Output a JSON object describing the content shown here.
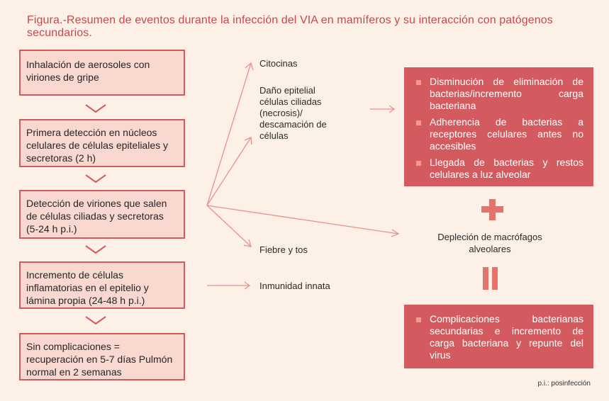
{
  "title": "Figura.-Resumen de eventos durante la infección del VIA en mamíferos y su interacción con patógenos secundarios.",
  "steps": [
    "Inhalación de aerosoles con viriones de gripe",
    "Primera detección en núcleos celulares de células epiteliales y secretoras (2 h)",
    "Detección de viriones que salen de células ciliadas y secretoras (5-24 h p.i.)",
    "Incremento de células inflamatorias en el epitelio y lámina propia (24-48 h p.i.)",
    "Sin complicaciones = recuperación en 5-7 días Pulmón normal en 2 semanas"
  ],
  "labels": {
    "citocinas": "Citocinas",
    "dano": "Daño epitelial células ciliadas (necrosis)/ descamación de células",
    "fiebre": "Fiebre y tos",
    "inmunidad": "Inmunidad innata"
  },
  "effects": [
    "Disminución de eliminación de bacterias/incremento carga bacteriana",
    "Adherencia de bacterias a receptores celulares antes no accesibles",
    "Llegada de bacterias y restos celulares a luz alveolar"
  ],
  "depletion": "Depleción de macrófagos alveolares",
  "complications": [
    "Complicaciones bacterianas secundarias e incremento de carga bacteriana y repunte del virus"
  ],
  "note": "p.i.: posinfección",
  "colors": {
    "accent": "#d35b5f",
    "box_fill": "#f8d8cf",
    "background": "#fdf1e7",
    "arrow": "#e8928c"
  }
}
